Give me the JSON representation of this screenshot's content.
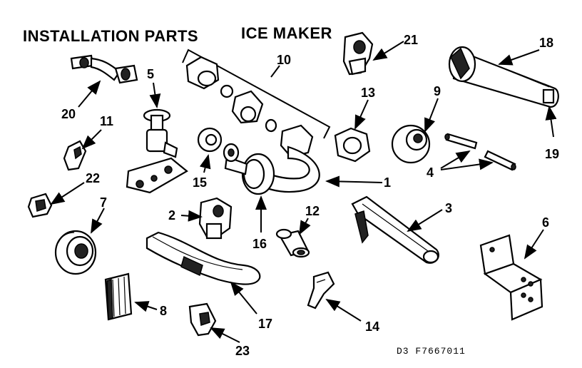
{
  "title": {
    "left": "INSTALLATION PARTS",
    "right": "ICE MAKER"
  },
  "code": "D3 F7667011",
  "parts": {
    "p1": "1",
    "p2": "2",
    "p3": "3",
    "p4": "4",
    "p5": "5",
    "p6": "6",
    "p7": "7",
    "p8": "8",
    "p9": "9",
    "p10": "10",
    "p11": "11",
    "p12": "12",
    "p13": "13",
    "p14": "14",
    "p15": "15",
    "p16": "16",
    "p17": "17",
    "p18": "18",
    "p19": "19",
    "p20": "20",
    "p21": "21",
    "p22": "22",
    "p23": "23"
  }
}
